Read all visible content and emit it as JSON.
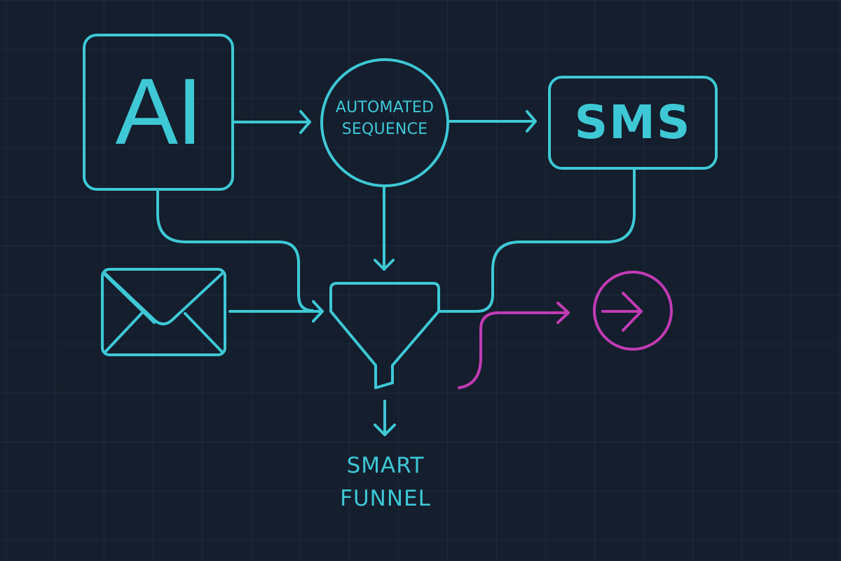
{
  "diagram": {
    "title": "Smart Funnel Automation Flow",
    "nodes": {
      "ai": {
        "label": "AI",
        "shape": "rounded-square"
      },
      "sequence": {
        "label_line1": "AUTOMATED",
        "label_line2": "SEQUENCE",
        "shape": "circle"
      },
      "sms": {
        "label": "SMS",
        "shape": "rounded-rectangle"
      },
      "email": {
        "icon": "envelope-icon"
      },
      "funnel": {
        "icon": "funnel-icon",
        "label_line1": "SMART",
        "label_line2": "FUNNEL"
      },
      "output": {
        "icon": "arrow-right-circle-icon"
      }
    },
    "edges": [
      {
        "from": "ai",
        "to": "sequence"
      },
      {
        "from": "sequence",
        "to": "sms"
      },
      {
        "from": "sequence",
        "to": "funnel"
      },
      {
        "from": "ai",
        "to": "funnel"
      },
      {
        "from": "email",
        "to": "funnel"
      },
      {
        "from": "sms",
        "to": "funnel"
      },
      {
        "from": "funnel",
        "to": "output"
      },
      {
        "from": "funnel",
        "to": "smart-funnel-label"
      }
    ],
    "colors": {
      "background": "#141e2d",
      "primary": "#3ec8d6",
      "accent": "#c23bb4"
    }
  }
}
